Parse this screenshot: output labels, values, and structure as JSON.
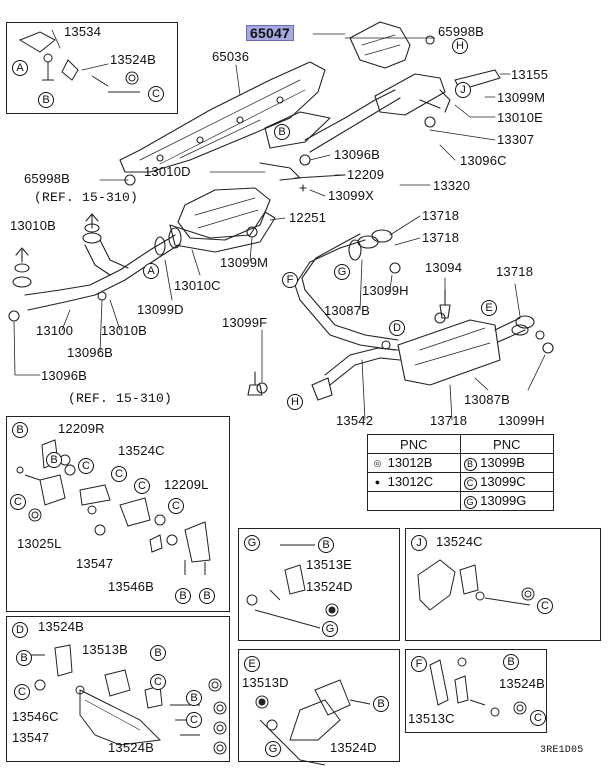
{
  "highlight": {
    "part": "65047"
  },
  "labels": {
    "p13534": "13534",
    "p13524B_top": "13524B",
    "p65036": "65036",
    "p65998B_top": "65998B",
    "p13155": "13155",
    "p13099M_r": "13099M",
    "p13010E": "13010E",
    "p13307": "13307",
    "p13096C": "13096C",
    "p13096B_mid": "13096B",
    "p12209": "12209",
    "p13320": "13320",
    "p13099X": "13099X",
    "p65998B_left": "65998B",
    "p13010D": "13010D",
    "p12251": "12251",
    "p13718_a": "13718",
    "p13718_b": "13718",
    "p13010B_l": "13010B",
    "p13099M_c": "13099M",
    "p13094": "13094",
    "p13718_c": "13718",
    "p13010C": "13010C",
    "p13099H_c": "13099H",
    "p13099D": "13099D",
    "p13087B_c": "13087B",
    "p13100": "13100",
    "p13010B_b": "13010B",
    "p13099F": "13099F",
    "p13096B_l": "13096B",
    "p13096B_b": "13096B",
    "p13542": "13542",
    "p13718_d": "13718",
    "p13087B_r": "13087B",
    "p13099H_r": "13099H"
  },
  "refs": {
    "ref_top": "(REF. 15-310)",
    "ref_mid": "(REF. 15-310)"
  },
  "pnc_table": {
    "header_left": "PNC",
    "header_right": "PNC",
    "rows": [
      {
        "left_sym": "◎",
        "left": "13012B",
        "right_sym": "B",
        "right": "13099B"
      },
      {
        "left_sym": "●",
        "left": "13012C",
        "right_sym": "C",
        "right": "13099C"
      },
      {
        "left_sym": "",
        "left": "",
        "right_sym": "G",
        "right": "13099G"
      }
    ]
  },
  "detail_B": {
    "letter": "B",
    "l12209R": "12209R",
    "l13524C": "13524C",
    "l12209L": "12209L",
    "l13025L": "13025L",
    "l13547": "13547",
    "l13546B": "13546B"
  },
  "detail_A": {
    "letter": "A"
  },
  "detail_G": {
    "letter": "G",
    "l13513E": "13513E",
    "l13524D": "13524D"
  },
  "detail_J": {
    "letter": "J",
    "l13524C": "13524C"
  },
  "detail_D": {
    "letter": "D",
    "l13524B_t": "13524B",
    "l13513B": "13513B",
    "l13546C": "13546C",
    "l13547": "13547",
    "l13524B_b": "13524B"
  },
  "detail_E": {
    "letter": "E",
    "l13513D": "13513D",
    "l13524D": "13524D"
  },
  "detail_F": {
    "letter": "F",
    "l13524B": "13524B",
    "l13513C": "13513C"
  },
  "figure_code": "3RE1D05"
}
